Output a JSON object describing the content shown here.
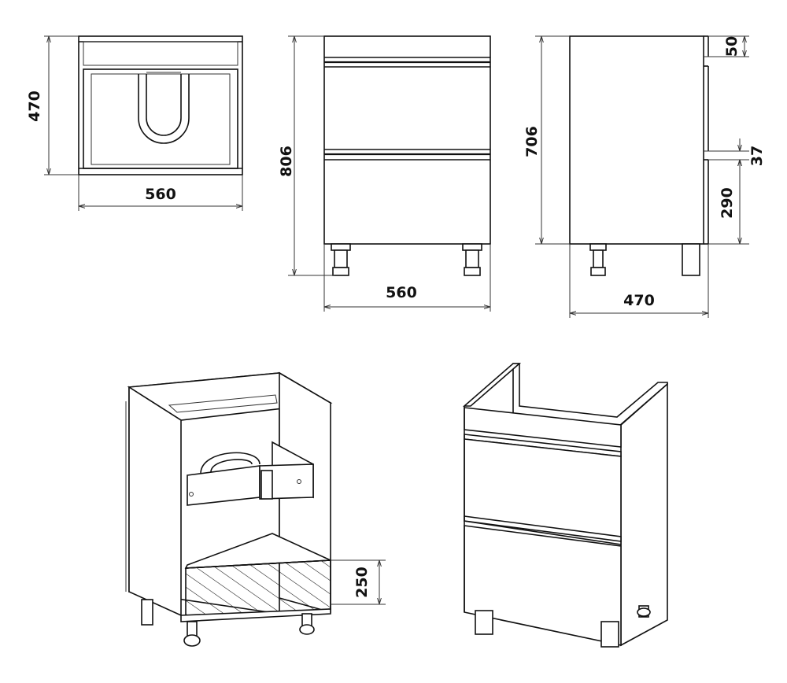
{
  "views": {
    "top": {
      "width": "560",
      "depth": "470"
    },
    "front": {
      "width": "560",
      "height": "806"
    },
    "side": {
      "depth": "470",
      "height": "706",
      "top_gap": "50",
      "handle_gap": "37",
      "lower_front": "290"
    },
    "open_iso": {
      "toe_height": "250"
    }
  }
}
